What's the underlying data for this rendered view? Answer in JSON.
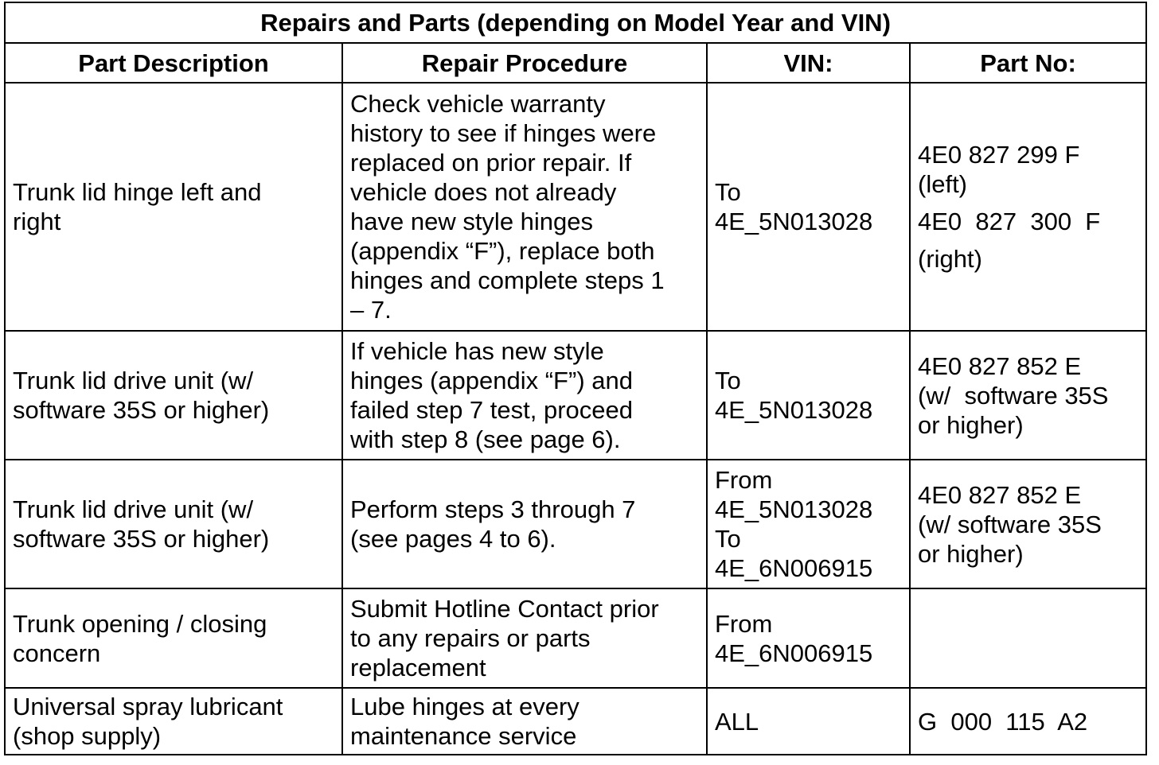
{
  "table": {
    "title": "Repairs and Parts (depending on Model Year and VIN)",
    "headers": [
      "Part Description",
      "Repair Procedure",
      "VIN:",
      "Part No:"
    ],
    "rows": [
      {
        "description": [
          "Trunk lid hinge left and",
          "right"
        ],
        "procedure": [
          "Check vehicle warranty",
          "history to see if hinges were",
          "replaced on prior repair. If",
          "vehicle does not already",
          "have new style hinges",
          "(appendix “F”), replace both",
          "hinges and complete steps 1",
          "– 7."
        ],
        "vin": [
          "To",
          "4E_5N013028"
        ],
        "part_no": [
          "4E0 827 299 F",
          "(left)",
          "4E0  827  300  F",
          "(right)"
        ]
      },
      {
        "description": [
          "Trunk lid drive unit (w/",
          "software 35S or higher)"
        ],
        "procedure": [
          "If vehicle has new style",
          "hinges (appendix “F”) and",
          "failed step 7 test, proceed",
          "with step 8 (see page 6)."
        ],
        "vin": [
          "To",
          "4E_5N013028"
        ],
        "part_no": [
          "4E0 827 852 E",
          "(w/  software 35S",
          "or higher)"
        ]
      },
      {
        "description": [
          "Trunk lid drive unit (w/",
          "software 35S or higher)"
        ],
        "procedure": [
          "Perform steps 3 through 7",
          "(see pages 4 to 6)."
        ],
        "vin": [
          "From",
          "4E_5N013028",
          "To",
          "4E_6N006915"
        ],
        "part_no": [
          "4E0 827 852 E",
          "(w/ software 35S",
          "or higher)"
        ]
      },
      {
        "description": [
          "Trunk opening / closing",
          "concern"
        ],
        "procedure": [
          "Submit Hotline Contact prior",
          "to any repairs or parts",
          "replacement"
        ],
        "vin": [
          "From",
          "4E_6N006915"
        ],
        "part_no": []
      },
      {
        "description": [
          "Universal spray lubricant",
          "(shop supply)"
        ],
        "procedure": [
          "Lube hinges at every",
          "maintenance service"
        ],
        "vin": [
          "ALL"
        ],
        "part_no": [
          "G  000  115  A2"
        ]
      }
    ]
  }
}
